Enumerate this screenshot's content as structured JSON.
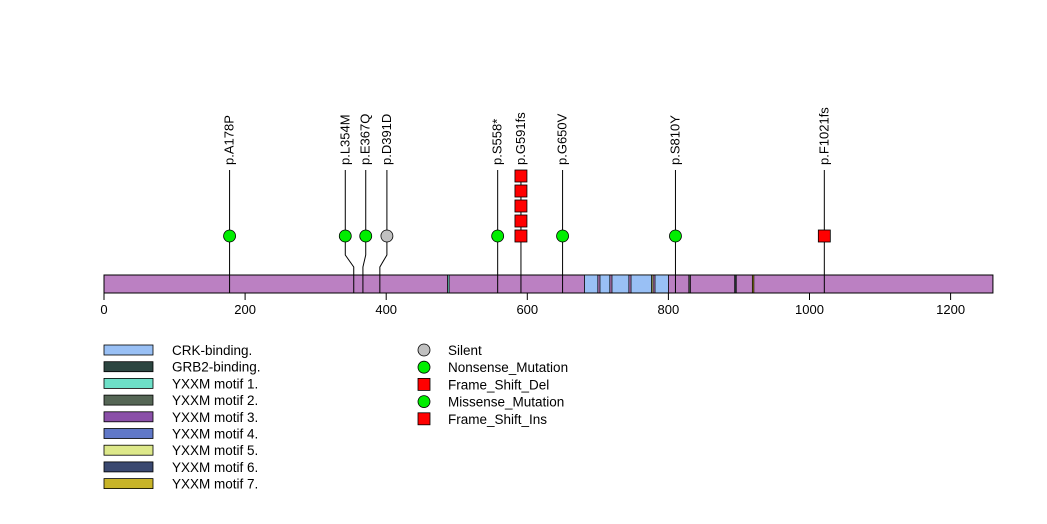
{
  "protein": {
    "length": 1260,
    "color": "#bb80c2"
  },
  "axis": {
    "ticks": [
      0,
      200,
      400,
      600,
      800,
      1000,
      1200
    ]
  },
  "domains": [
    {
      "name": "CRK-binding.",
      "start": 681,
      "end": 700,
      "color": "#99c0f5"
    },
    {
      "name": "CRK-binding.",
      "start": 703,
      "end": 717,
      "color": "#99c0f5"
    },
    {
      "name": "CRK-binding.",
      "start": 720,
      "end": 744,
      "color": "#99c0f5"
    },
    {
      "name": "CRK-binding.",
      "start": 747,
      "end": 778,
      "color": "#99c0f5"
    },
    {
      "name": "CRK-binding.",
      "start": 781,
      "end": 800,
      "color": "#99c0f5"
    },
    {
      "name": "YXXM motif 1.",
      "start": 487,
      "end": 489,
      "color": "#6ee0c8"
    },
    {
      "name": "YXXM motif 5.",
      "start": 776,
      "end": 777,
      "color": "#dde88a"
    },
    {
      "name": "YXXM motif 2.",
      "start": 829,
      "end": 831,
      "color": "#556655"
    },
    {
      "name": "GRB2-binding.",
      "start": 894,
      "end": 896,
      "color": "#2c4540"
    },
    {
      "name": "YXXM motif 7.",
      "start": 919,
      "end": 921,
      "color": "#c8b428"
    }
  ],
  "mutations": [
    {
      "label": "p.A178P",
      "pos": 178,
      "head": 178,
      "type": "Missense_Mutation",
      "count": 1
    },
    {
      "label": "p.L354M",
      "pos": 354,
      "head": 342,
      "type": "Missense_Mutation",
      "count": 1
    },
    {
      "label": "p.E367Q",
      "pos": 367,
      "head": 371,
      "type": "Missense_Mutation",
      "count": 1
    },
    {
      "label": "p.D391D",
      "pos": 391,
      "head": 401,
      "type": "Silent",
      "count": 1
    },
    {
      "label": "p.S558*",
      "pos": 558,
      "head": 558,
      "type": "Nonsense_Mutation",
      "count": 1
    },
    {
      "label": "p.G591fs",
      "pos": 591,
      "head": 591,
      "type": "Frame_Shift_Del",
      "count": 5
    },
    {
      "label": "p.G650V",
      "pos": 650,
      "head": 650,
      "type": "Missense_Mutation",
      "count": 1
    },
    {
      "label": "p.S810Y",
      "pos": 810,
      "head": 810,
      "type": "Missense_Mutation",
      "count": 1
    },
    {
      "label": "p.F1021fs",
      "pos": 1021,
      "head": 1021,
      "type": "Frame_Shift_Ins",
      "count": 1
    }
  ],
  "domain_legend": [
    {
      "label": "CRK-binding.",
      "color": "#99c0f5"
    },
    {
      "label": "GRB2-binding.",
      "color": "#2c4540"
    },
    {
      "label": "YXXM motif 1.",
      "color": "#6ee0c8"
    },
    {
      "label": "YXXM motif 2.",
      "color": "#556655"
    },
    {
      "label": "YXXM motif 3.",
      "color": "#8a4fa8"
    },
    {
      "label": "YXXM motif 4.",
      "color": "#6078c8"
    },
    {
      "label": "YXXM motif 5.",
      "color": "#dde88a"
    },
    {
      "label": "YXXM motif 6.",
      "color": "#3a4870"
    },
    {
      "label": "YXXM motif 7.",
      "color": "#c8b428"
    }
  ],
  "mutation_legend": [
    {
      "label": "Silent",
      "shape": "circle",
      "color": "#c0c0c0"
    },
    {
      "label": "Nonsense_Mutation",
      "shape": "circle",
      "color": "#00ee00"
    },
    {
      "label": "Frame_Shift_Del",
      "shape": "square",
      "color": "#ff0000"
    },
    {
      "label": "Missense_Mutation",
      "shape": "circle",
      "color": "#00ee00"
    },
    {
      "label": "Frame_Shift_Ins",
      "shape": "square",
      "color": "#ff0000"
    }
  ],
  "type_colors": {
    "Silent": "#c0c0c0",
    "Nonsense_Mutation": "#00ee00",
    "Missense_Mutation": "#00ee00",
    "Frame_Shift_Del": "#ff0000",
    "Frame_Shift_Ins": "#ff0000"
  }
}
